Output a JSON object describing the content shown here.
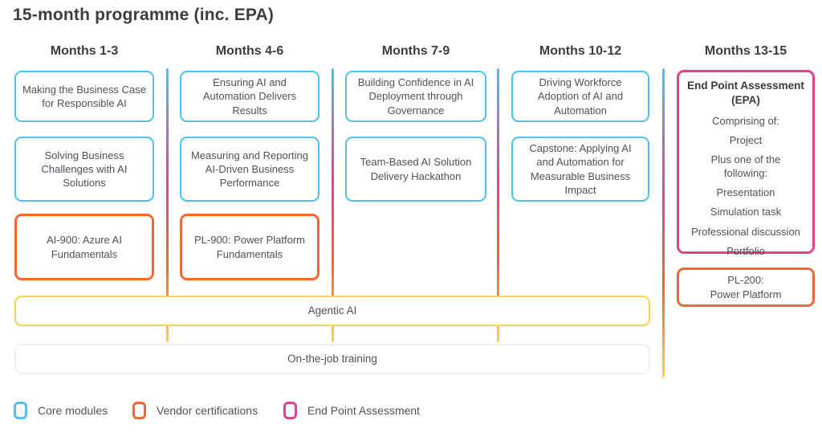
{
  "title": "15-month programme (inc. EPA)",
  "colors": {
    "core": "#4EC3E9",
    "cert": "#EE6A31",
    "epa": "#E8418C",
    "agentic": "#FBD34D",
    "ojt_border": "#F0F0F0"
  },
  "columns": [
    {
      "header": "Months 1-3",
      "boxes": [
        {
          "text": "Making the Business Case for Responsible AI",
          "type": "core"
        },
        {
          "text": "Solving Business Challenges with AI Solutions",
          "type": "core"
        },
        {
          "text": "AI-900: Azure AI Fundamentals",
          "type": "vendor-certification"
        }
      ]
    },
    {
      "header": "Months 4-6",
      "boxes": [
        {
          "text": "Ensuring AI and Automation Delivers Results",
          "type": "core"
        },
        {
          "text": "Measuring and Reporting AI-Driven Business Performance",
          "type": "core"
        },
        {
          "text": "PL-900: Power Platform Fundamentals",
          "type": "vendor-certification"
        }
      ]
    },
    {
      "header": "Months 7-9",
      "boxes": [
        {
          "text": "Building Confidence in AI Deployment through Governance",
          "type": "core"
        },
        {
          "text": "Team-Based AI Solution Delivery Hackathon",
          "type": "core"
        }
      ]
    },
    {
      "header": "Months 10-12",
      "boxes": [
        {
          "text": "Driving Workforce Adoption of AI and Automation",
          "type": "core"
        },
        {
          "text": "Capstone: Applying AI and Automation for Measurable Business Impact",
          "type": "core"
        }
      ]
    },
    {
      "header": "Months 13-15",
      "epa": {
        "title": "End Point Assessment\n(EPA)",
        "items": [
          "Comprising of:",
          "Project",
          "Plus one of the\nfollowing:",
          "Presentation",
          "Simulation task",
          "Professional discussion",
          "Portfolio"
        ]
      },
      "certification": {
        "text": "PL-200:\nPower Platform"
      }
    }
  ],
  "bands": [
    {
      "label": "Agentic AI",
      "type": "agentic-ai"
    },
    {
      "label": "On-the-job training",
      "type": "on-the-job-training"
    }
  ],
  "legend": [
    {
      "label": "Core modules",
      "type": "core"
    },
    {
      "label": "Vendor certifications",
      "type": "vendor-certification"
    },
    {
      "label": "End Point Assessment",
      "type": "end-point-assessment"
    }
  ]
}
